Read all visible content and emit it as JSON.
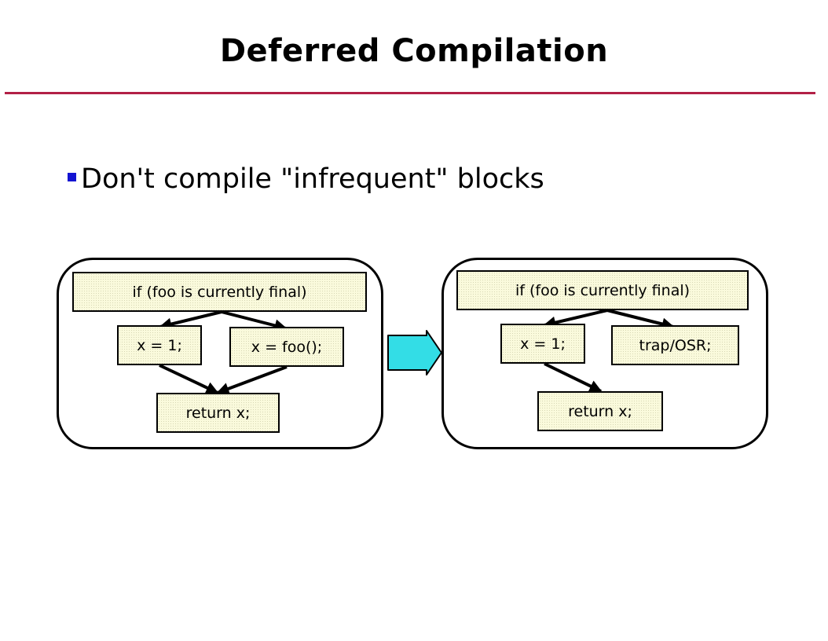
{
  "slide": {
    "title": "Deferred Compilation",
    "bullet": "Don't compile \"infrequent\" blocks"
  },
  "colors": {
    "title_rule": "#b22046",
    "bullet_marker": "#1414d2",
    "box_fill": "#fafadc",
    "transform_arrow": "#33dde6"
  },
  "left_diagram": {
    "condition": "if (foo is currently final)",
    "then_branch": "x = 1;",
    "else_branch": "x = foo();",
    "merge": "return x;"
  },
  "right_diagram": {
    "condition": "if (foo is currently final)",
    "then_branch": "x = 1;",
    "else_branch": "trap/OSR;",
    "merge": "return x;"
  }
}
